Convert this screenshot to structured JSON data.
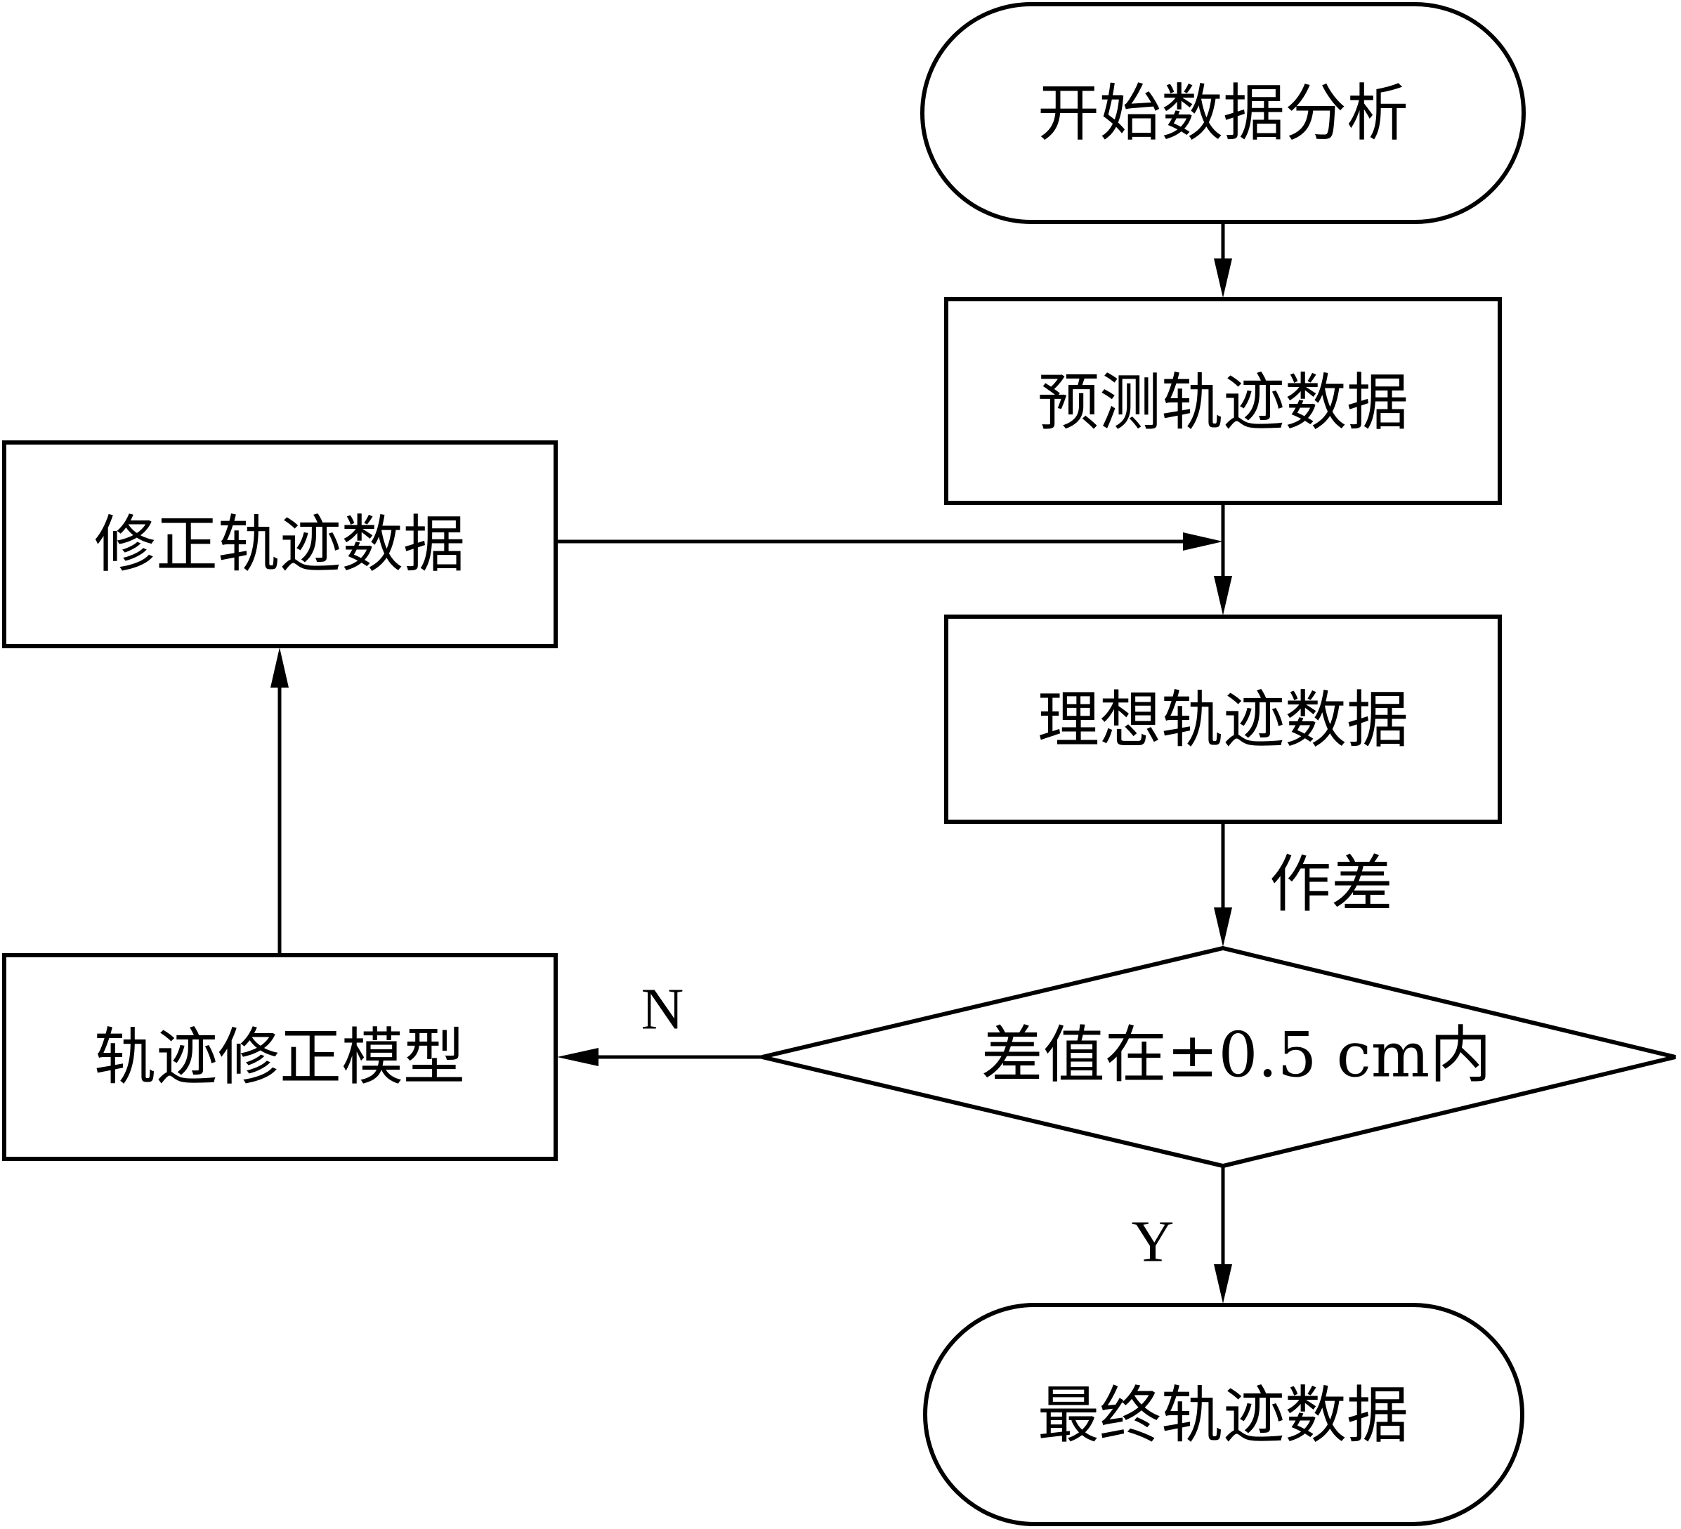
{
  "nodes": {
    "start": "开始数据分析",
    "predicted": "预测轨迹数据",
    "corrected": "修正轨迹数据",
    "ideal": "理想轨迹数据",
    "decision": "差值在±0.5 cm内",
    "model": "轨迹修正模型",
    "final": "最终轨迹数据"
  },
  "edges": {
    "difference": "作差",
    "no": "N",
    "yes": "Y"
  }
}
